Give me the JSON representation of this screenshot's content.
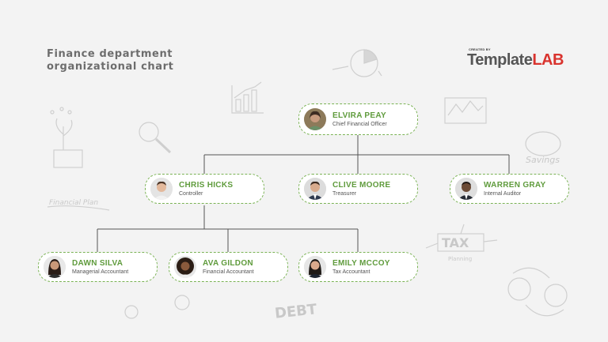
{
  "title": {
    "line1": "Finance department",
    "line2": "organizational chart"
  },
  "logo": {
    "created_by": "CREATED BY",
    "brand_part1": "Template",
    "brand_part2": "LAB"
  },
  "background_doodles": {
    "savings": "Savings",
    "financial_plan": "Financial Plan",
    "tax": "TAX",
    "debt": "DEBT",
    "planning": "Planning"
  },
  "colors": {
    "accent": "#7ab254",
    "name_text": "#5f9b3c",
    "line": "#555555",
    "brand_red": "#d9332e"
  },
  "people": {
    "elvira": {
      "name": "ELVIRA PEAY",
      "role": "Chief Financial Officer"
    },
    "chris": {
      "name": "CHRIS HICKS",
      "role": "Controller"
    },
    "clive": {
      "name": "CLIVE MOORE",
      "role": "Treasurer"
    },
    "warren": {
      "name": "WARREN GRAY",
      "role": "Internal Auditor"
    },
    "dawn": {
      "name": "DAWN SILVA",
      "role": "Managerial Accountant"
    },
    "ava": {
      "name": "AVA GILDON",
      "role": "Financial Accountant"
    },
    "emily": {
      "name": "EMILY MCCOY",
      "role": "Tax Accountant"
    }
  },
  "hierarchy": [
    {
      "parent": "ELVIRA PEAY",
      "children": [
        "CHRIS HICKS",
        "CLIVE MOORE",
        "WARREN GRAY"
      ]
    },
    {
      "parent": "CHRIS HICKS",
      "children": [
        "DAWN SILVA",
        "AVA GILDON",
        "EMILY MCCOY"
      ]
    }
  ]
}
